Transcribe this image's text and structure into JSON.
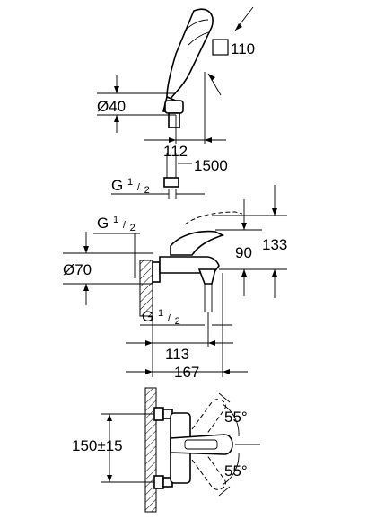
{
  "handshower": {
    "head_size_label": "110",
    "diameter_label": "Ø40",
    "offset_label": "112"
  },
  "hose": {
    "length_label": "1500",
    "thread_label_base": "G",
    "thread_label_num": "1",
    "thread_label_den": "2"
  },
  "mixer_side": {
    "inlet_thread_base": "G",
    "inlet_thread_num": "1",
    "inlet_thread_den": "2",
    "flange_diameter_label": "Ø70",
    "height_outlet_label": "90",
    "height_total_label": "133",
    "outlet_thread_base": "G",
    "outlet_thread_num": "1",
    "outlet_thread_den": "2",
    "projection_outlet_label": "113",
    "projection_total_label": "167"
  },
  "mixer_front": {
    "lever_angle_up_label": "55°",
    "lever_angle_down_label": "55°",
    "centres_label": "150±15"
  }
}
